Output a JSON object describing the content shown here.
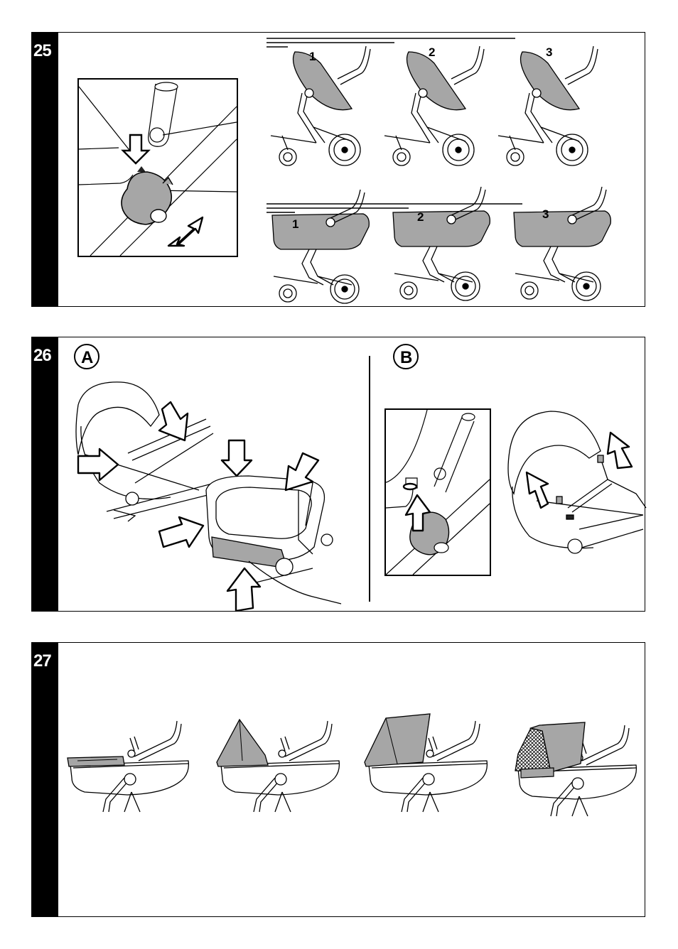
{
  "steps": [
    {
      "number": "25",
      "recline_labels": [
        "1",
        "2",
        "3"
      ],
      "carrycot_labels": [
        "1",
        "2",
        "3"
      ]
    },
    {
      "number": "26",
      "part_a": "A",
      "part_b": "B"
    },
    {
      "number": "27"
    }
  ],
  "colors": {
    "ink": "#000000",
    "fabric": "#a6a6a6",
    "paper": "#ffffff"
  }
}
